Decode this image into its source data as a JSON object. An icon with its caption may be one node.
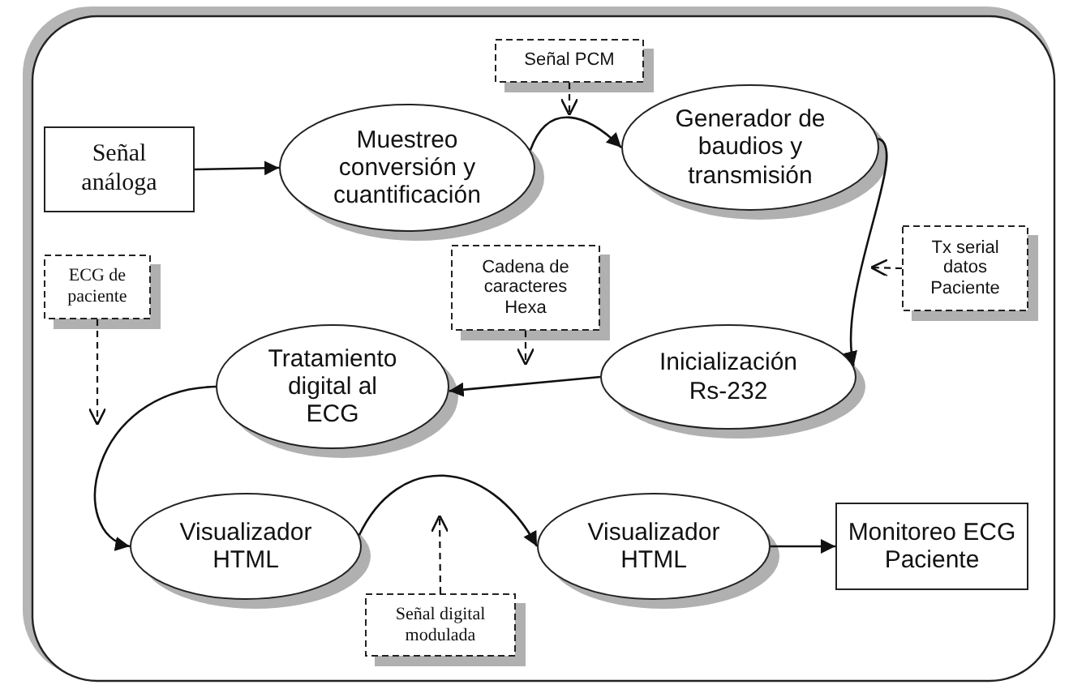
{
  "diagram": {
    "nodes": [
      {
        "text": [
          "Señal análoga"
        ]
      },
      {
        "text": [
          "Muestreo conversión y cuantificación"
        ]
      },
      {
        "text": [
          "Señal PCM"
        ]
      },
      {
        "text": [
          "Generador de baudios y transmisión"
        ]
      },
      {
        "text": [
          "Tx serial datos Paciente"
        ]
      },
      {
        "text": [
          "ECG de paciente"
        ]
      },
      {
        "text": [
          "Cadena de caracteres Hexa"
        ]
      },
      {
        "text": [
          "Tratamiento digital al ECG"
        ]
      },
      {
        "text": [
          "Inicialización Rs-232"
        ]
      },
      {
        "text": [
          "Visualizador HTML"
        ]
      },
      {
        "text": [
          "Señal digital modulada"
        ]
      },
      {
        "text": [
          "Visualizador HTML"
        ]
      },
      {
        "text": [
          "Monitoreo ECG Paciente"
        ]
      }
    ],
    "edges": [
      {
        "from": 0,
        "to": 1,
        "arrow": "to"
      },
      {
        "from": 1,
        "to": 3,
        "arrow": "to"
      },
      {
        "from": 2,
        "to": null,
        "arrow": "to",
        "style": "dashed"
      },
      {
        "from": 3,
        "to": 8,
        "arrow": "to"
      },
      {
        "from": 4,
        "to": null,
        "arrow": "to",
        "style": "dashed"
      },
      {
        "from": 8,
        "to": 7,
        "arrow": "to"
      },
      {
        "from": 6,
        "to": null,
        "arrow": "to",
        "style": "dashed"
      },
      {
        "from": 5,
        "to": null,
        "arrow": "to",
        "style": "dashed"
      },
      {
        "from": 7,
        "to": 9,
        "arrow": "to"
      },
      {
        "from": 9,
        "to": 11,
        "arrow": "to"
      },
      {
        "from": 10,
        "to": null,
        "arrow": "to",
        "style": "dashed"
      },
      {
        "from": 11,
        "to": 12,
        "arrow": "to"
      }
    ]
  }
}
